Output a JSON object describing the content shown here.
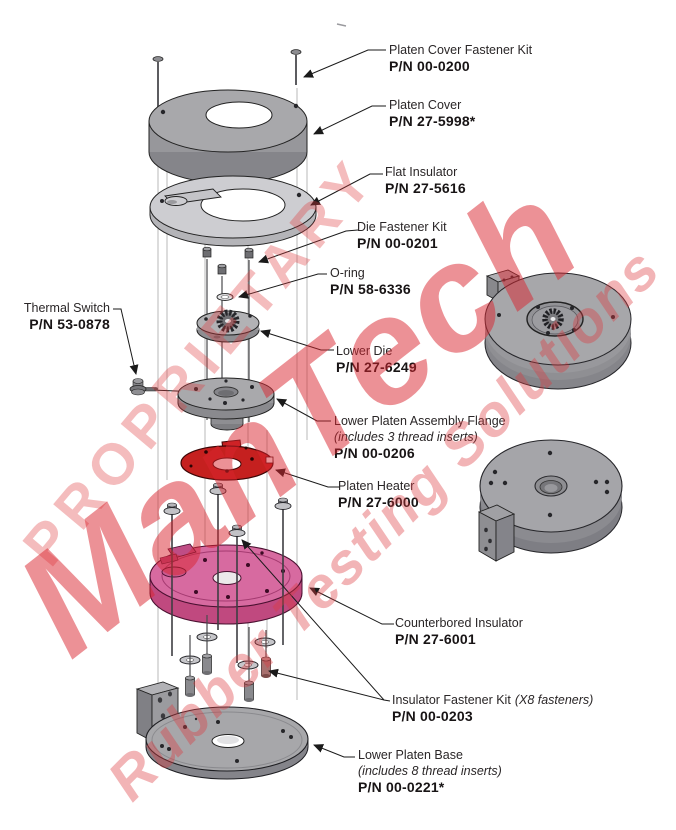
{
  "title": "Lower platen exploded assembly diagram",
  "watermark": {
    "line1": "PROPRIETARY",
    "line2": "ManTech",
    "line3": "Rubber Testing Solutions",
    "color": "#de3a3e"
  },
  "colors": {
    "heater_red": "#c5201f",
    "insulator_pink_top": "#d76aa0",
    "insulator_pink_side": "#c0497f",
    "part_gray": "#a7a7aa",
    "label_text": "#2a2627"
  },
  "labels": {
    "platen_cover_fastener_kit": {
      "name": "Platen Cover Fastener Kit",
      "pn": "P/N 00-0200"
    },
    "platen_cover": {
      "name": "Platen Cover",
      "pn": "P/N 27-5998*"
    },
    "flat_insulator": {
      "name": "Flat Insulator",
      "pn": "P/N 27-5616"
    },
    "die_fastener_kit": {
      "name": "Die Fastener Kit",
      "pn": "P/N 00-0201"
    },
    "o_ring": {
      "name": "O-ring",
      "pn": "P/N 58-6336"
    },
    "thermal_switch": {
      "name": "Thermal Switch",
      "pn": "P/N 53-0878"
    },
    "lower_die": {
      "name": "Lower Die",
      "pn": "P/N 27-6249"
    },
    "lower_platen_assembly_flange": {
      "name": "Lower Platen Assembly Flange",
      "note": "(includes 3 thread inserts)",
      "pn": "P/N 00-0206"
    },
    "platen_heater": {
      "name": "Platen Heater",
      "pn": "P/N 27-6000"
    },
    "counterbored_insulator": {
      "name": "Counterbored Insulator",
      "pn": "P/N 27-6001"
    },
    "insulator_fastener_kit": {
      "name": "Insulator Fastener Kit",
      "note": "(X8 fasteners)",
      "pn": "P/N 00-0203"
    },
    "lower_platen_base": {
      "name": "Lower Platen Base",
      "note": "(includes 8 thread inserts)",
      "pn": "P/N 00-0221*"
    }
  }
}
